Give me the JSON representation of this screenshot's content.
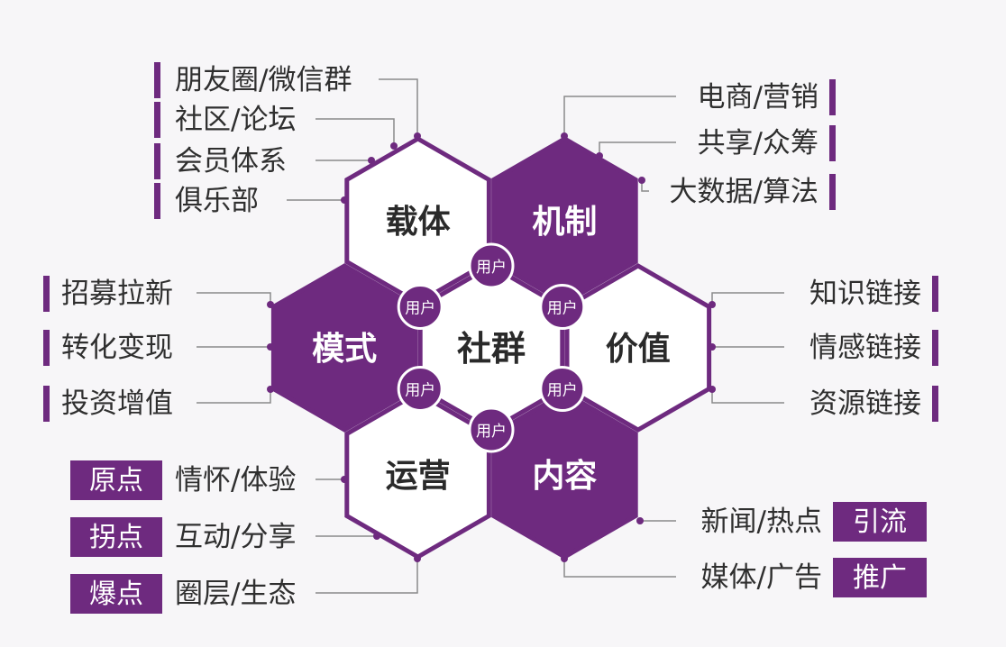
{
  "diagram": {
    "center": "社群",
    "accent_color": "#6e2a7f",
    "hexagons": [
      {
        "id": "carrier",
        "label": "载体",
        "filled": false
      },
      {
        "id": "mechanism",
        "label": "机制",
        "filled": true
      },
      {
        "id": "mode",
        "label": "模式",
        "filled": true
      },
      {
        "id": "value",
        "label": "价值",
        "filled": false
      },
      {
        "id": "operation",
        "label": "运营",
        "filled": false
      },
      {
        "id": "content",
        "label": "内容",
        "filled": true
      }
    ],
    "user_badge": "用户",
    "carrier_items": [
      "朋友圈/微信群",
      "社区/论坛",
      "会员体系",
      "俱乐部"
    ],
    "mechanism_items": [
      "电商/营销",
      "共享/众筹",
      "大数据/算法"
    ],
    "mode_items": [
      "招募拉新",
      "转化变现",
      "投资增值"
    ],
    "value_items": [
      "知识链接",
      "情感链接",
      "资源链接"
    ],
    "operation_items": [
      {
        "tag": "原点",
        "text": "情怀/体验"
      },
      {
        "tag": "拐点",
        "text": "互动/分享"
      },
      {
        "tag": "爆点",
        "text": "圈层/生态"
      }
    ],
    "content_items": [
      {
        "text": "新闻/热点",
        "tag": "引流"
      },
      {
        "text": "媒体/广告",
        "tag": "推广"
      }
    ]
  }
}
